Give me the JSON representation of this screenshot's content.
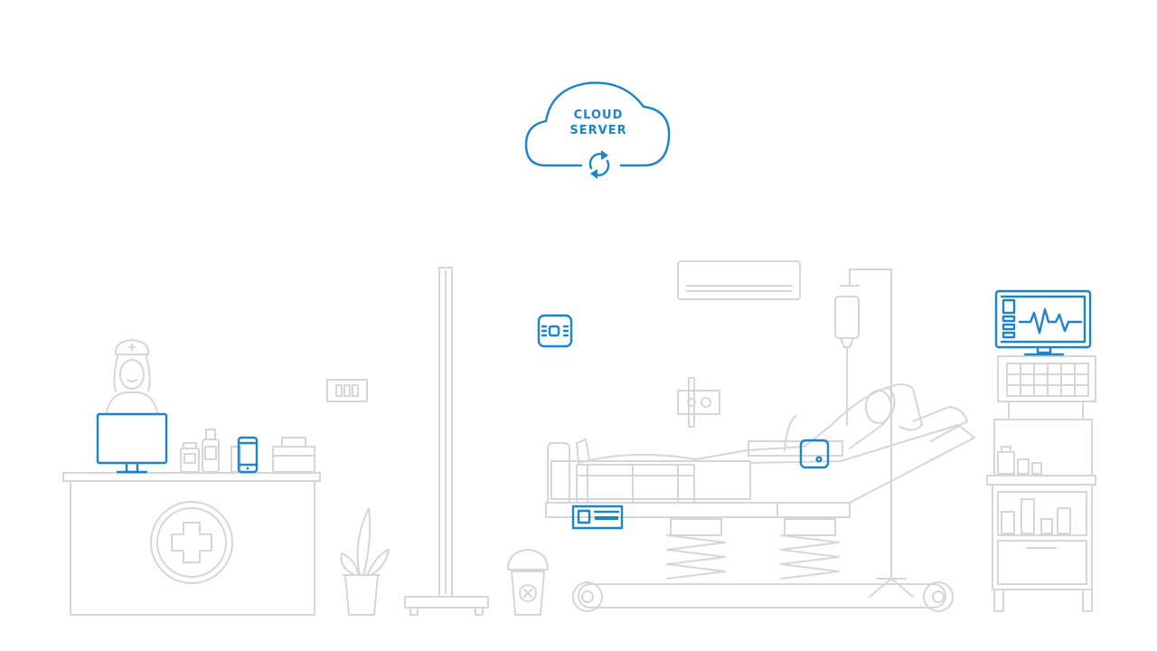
{
  "cloud": {
    "line1": "CLOUD",
    "line2": "SERVER",
    "icon": "sync-icon"
  },
  "colors": {
    "accent": "#1a84cf",
    "outline": "#d6d6d6",
    "background": "#ffffff"
  },
  "devices": [
    {
      "name": "reception-monitor",
      "icon": "monitor-icon"
    },
    {
      "name": "smartphone",
      "icon": "phone-icon"
    },
    {
      "name": "wall-sensor",
      "icon": "sensor-icon"
    },
    {
      "name": "bed-sensor",
      "icon": "sensor-icon"
    },
    {
      "name": "bed-tag",
      "icon": "tag-icon"
    },
    {
      "name": "patient-monitor",
      "icon": "ecg-monitor-icon"
    }
  ]
}
